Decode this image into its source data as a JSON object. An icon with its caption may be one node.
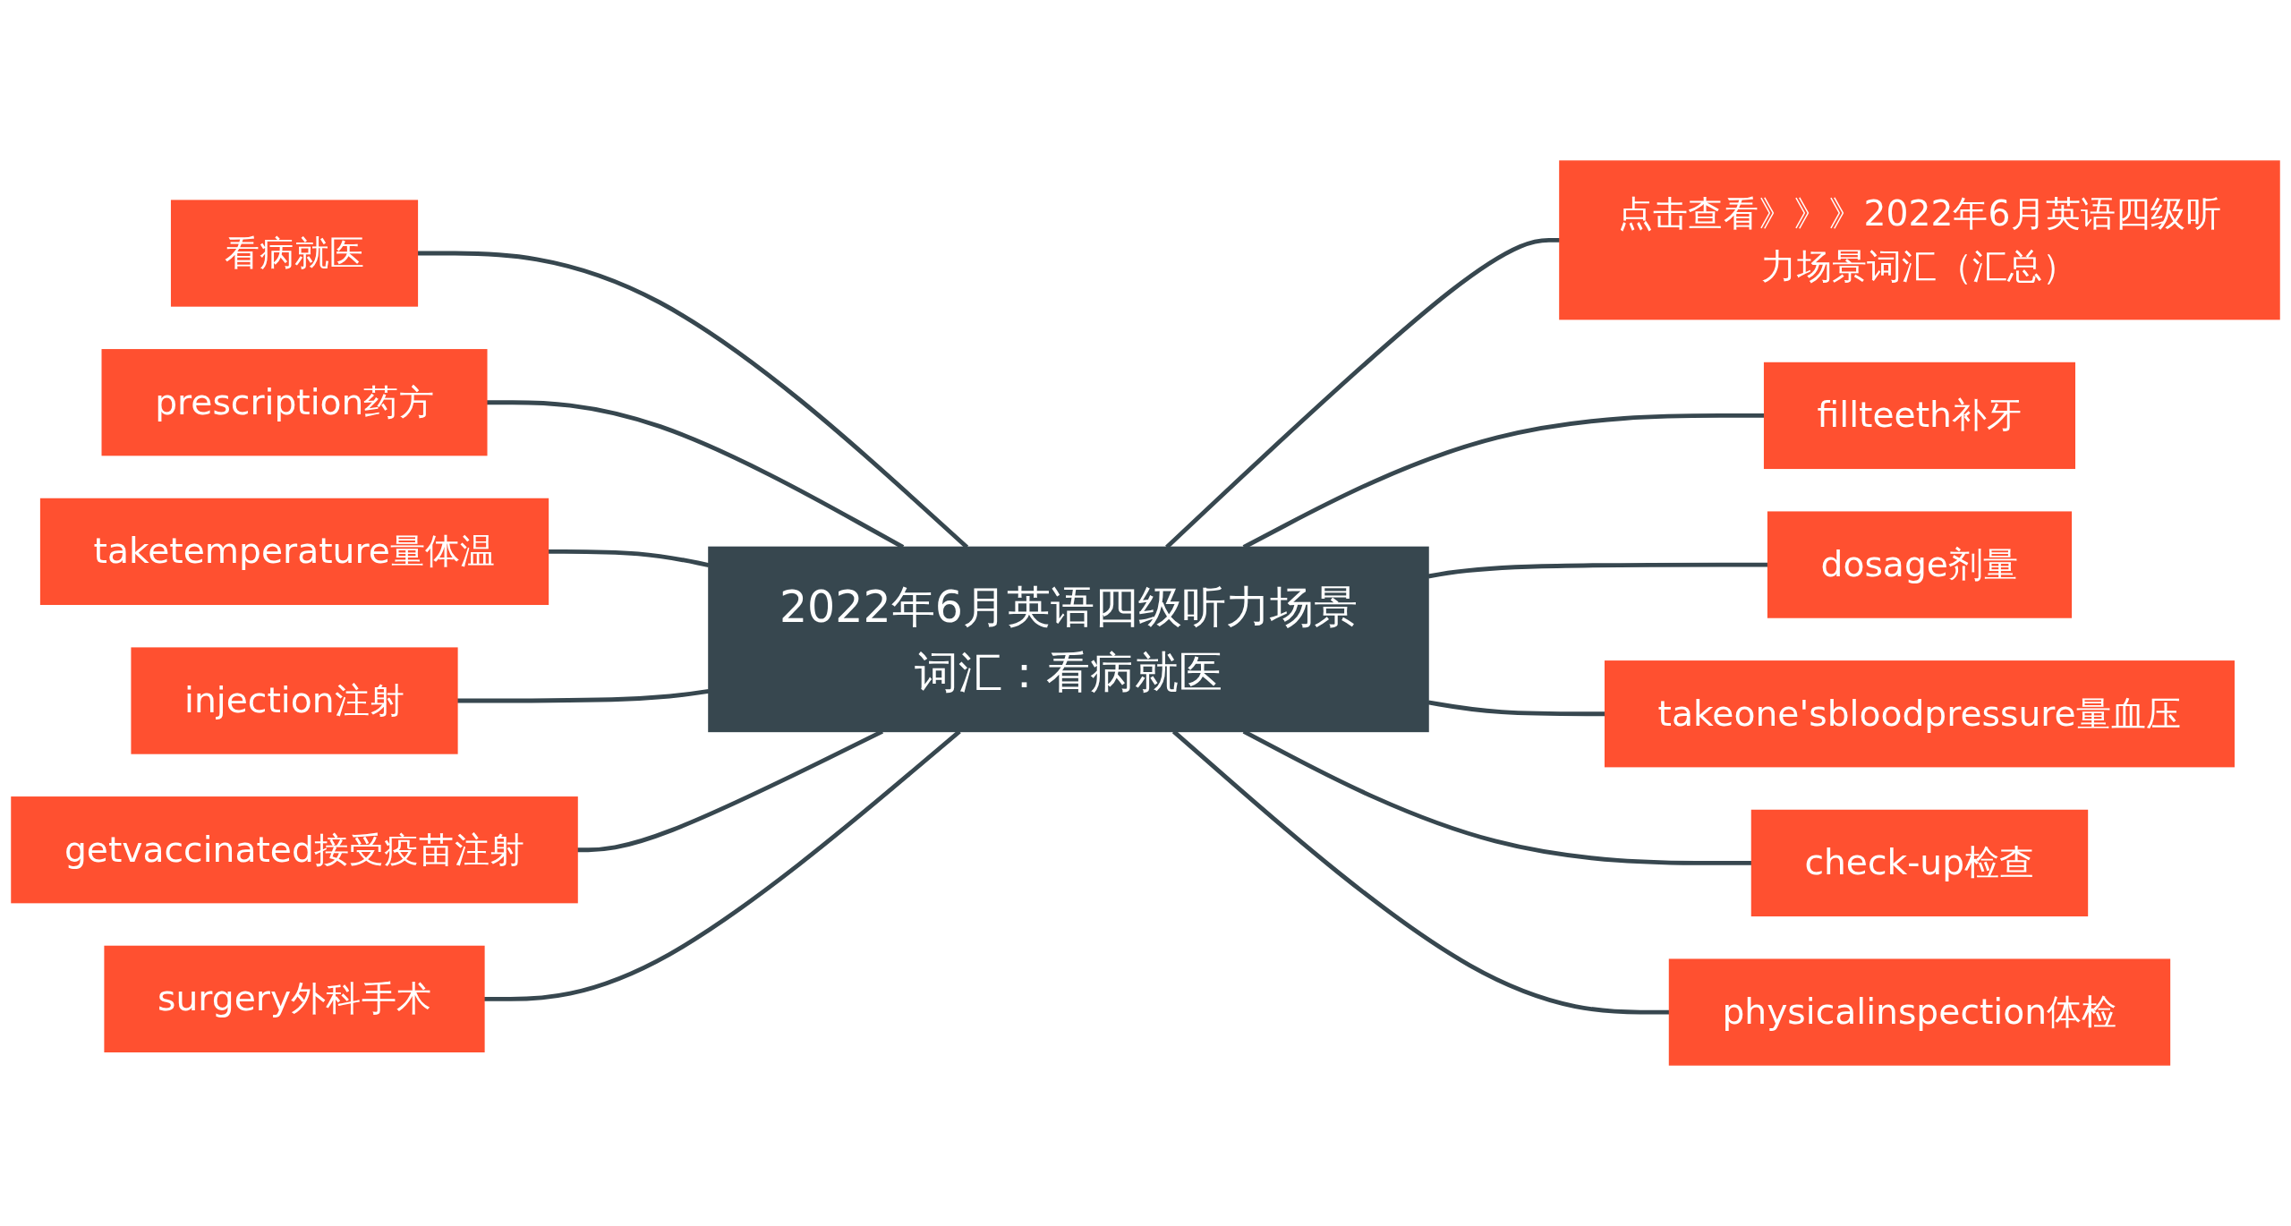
{
  "diagram": {
    "nodes": [
      {
        "text": [
          "2022年6月英语四级听力场景词汇：看病就医"
        ]
      },
      {
        "text": [
          "看病就医"
        ]
      },
      {
        "text": [
          "prescription药方"
        ]
      },
      {
        "text": [
          "taketemperature量体温"
        ]
      },
      {
        "text": [
          "injection注射"
        ]
      },
      {
        "text": [
          "getvaccinated接受疫苗注射"
        ]
      },
      {
        "text": [
          "surgery外科手术"
        ]
      },
      {
        "text": [
          "点击查看》》》2022年6月英语四级听力场景词汇（汇总）"
        ]
      },
      {
        "text": [
          "fillteeth补牙"
        ]
      },
      {
        "text": [
          "dosage剂量"
        ]
      },
      {
        "text": [
          "takeone'sbloodpressure量血压"
        ]
      },
      {
        "text": [
          "check-up检查"
        ]
      },
      {
        "text": [
          "physicalinspection体检"
        ]
      }
    ],
    "edges": [
      {
        "from": 0,
        "to": 1,
        "arrow": "none"
      },
      {
        "from": 0,
        "to": 2,
        "arrow": "none"
      },
      {
        "from": 0,
        "to": 3,
        "arrow": "none"
      },
      {
        "from": 0,
        "to": 4,
        "arrow": "none"
      },
      {
        "from": 0,
        "to": 5,
        "arrow": "none"
      },
      {
        "from": 0,
        "to": 6,
        "arrow": "none"
      },
      {
        "from": 0,
        "to": 7,
        "arrow": "none"
      },
      {
        "from": 0,
        "to": 8,
        "arrow": "none"
      },
      {
        "from": 0,
        "to": 9,
        "arrow": "none"
      },
      {
        "from": 0,
        "to": 10,
        "arrow": "none"
      },
      {
        "from": 0,
        "to": 11,
        "arrow": "none"
      },
      {
        "from": 0,
        "to": 12,
        "arrow": "none"
      }
    ]
  }
}
